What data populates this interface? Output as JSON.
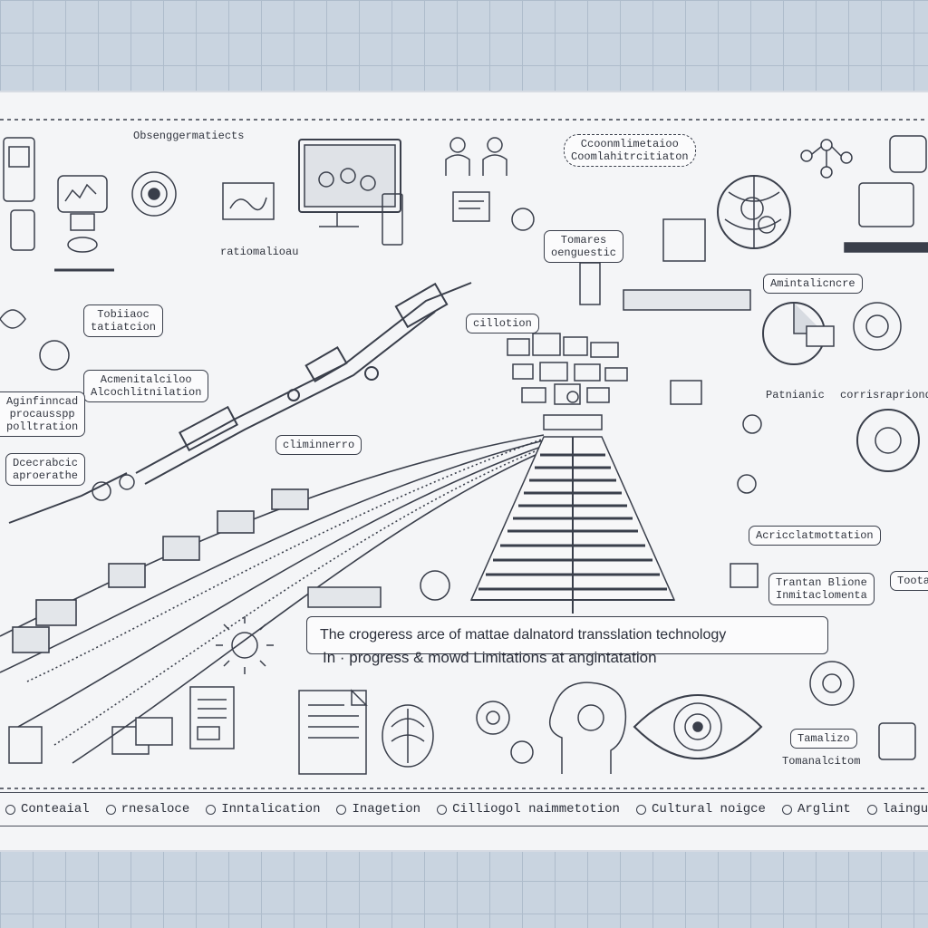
{
  "title": "The cr­ogeress arce of mattae dalnatord transslation technology",
  "subtitle": "In · progress & mowd Limitations at angintatation",
  "labels": {
    "top_badge": "Obsenggermatiects",
    "bubble_top": "Ccoonmlimetaioo\nCoomlahitrcitiaton",
    "left_1": "Tobiiaoc\ntatiatcion",
    "left_2": "Acmenitalciloo\nAlcochlitnilation",
    "left_3": "Aginfinncad\nprocausspp\npolltration",
    "left_4": "Dcecrabcic\naproerathe",
    "mid_tag": "Tomares\noenguestic",
    "mid_small_1": "cillotion",
    "mid_small_2": "climinnerro",
    "mid_small_3": "ratiomalioau",
    "right_1": "Amintalicncre",
    "right_2": "Patnianic",
    "right_3": "corrisrapriond",
    "right_4": "Acricclatmottation",
    "right_5": "Trantan Blione\nInmitaclomenta",
    "right_6": "Tootane",
    "bottom_tag_1": "Tamalizo",
    "bottom_tag_2": "Tomanalcitom"
  },
  "legend": [
    "Conteaial",
    "rnesaloce",
    "Inntalication",
    "Inagetion",
    "Cilliogol naimmetotion",
    "Cultural noigce",
    "Arglint",
    "lainguli"
  ],
  "colors": {
    "ink": "#2b2f3a",
    "paper": "#f4f5f7",
    "grid": "#c9d4e0"
  }
}
